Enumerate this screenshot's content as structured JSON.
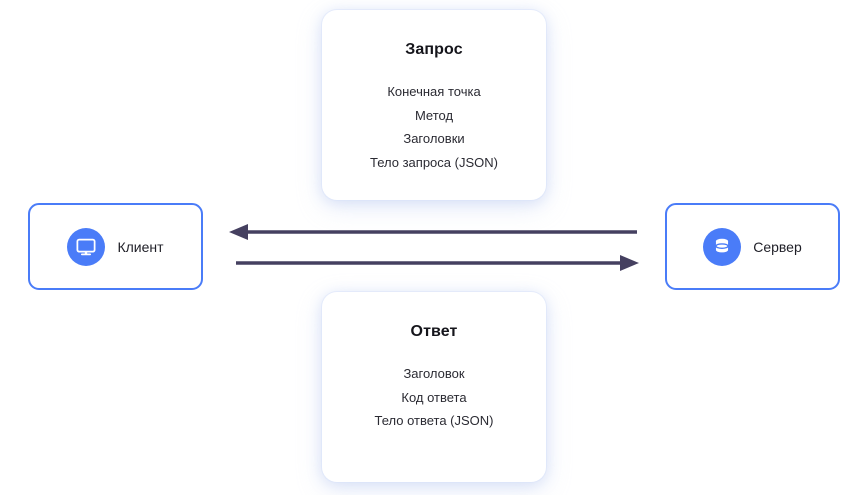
{
  "diagram": {
    "title_hidden": "",
    "accent_color": "#4a7cf8",
    "arrow_color": "#454060",
    "heading_color": "#15151b",
    "body_color": "#2b2b33",
    "background_color": "#ffffff"
  },
  "nodes": {
    "client": {
      "label": "Клиент",
      "icon": "monitor-icon"
    },
    "server": {
      "label": "Сервер",
      "icon": "database-icon"
    }
  },
  "cards": {
    "request": {
      "title": "Запрос",
      "items": [
        "Конечная точка",
        "Метод",
        "Заголовки",
        "Тело запроса (JSON)"
      ]
    },
    "response": {
      "title": "Ответ",
      "items": [
        "Заголовок",
        "Код ответа",
        "Тело ответа (JSON)"
      ]
    }
  },
  "arrows": [
    {
      "name": "response-arrow",
      "direction": "left",
      "from": "server",
      "to": "client"
    },
    {
      "name": "request-arrow",
      "direction": "right",
      "from": "client",
      "to": "server"
    }
  ]
}
